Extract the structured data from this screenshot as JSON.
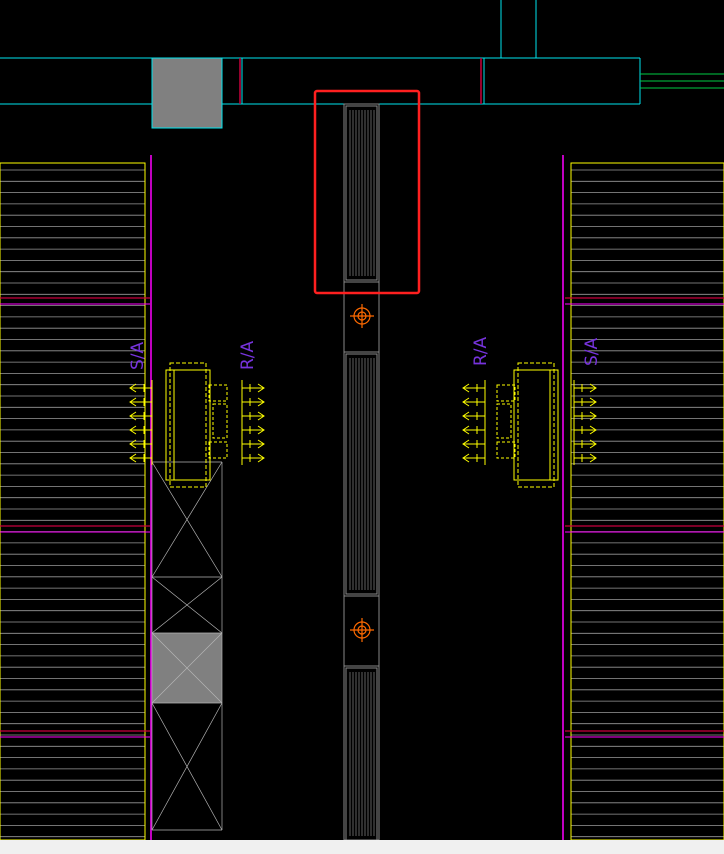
{
  "drawing": {
    "labels": {
      "left_supply": "S/A",
      "left_return": "R/A",
      "right_return": "R/A",
      "right_supply": "S/A"
    },
    "colors": {
      "background": "#000000",
      "wall": "#00e5ee",
      "fixture": "#ffff00",
      "pipe": "#ff00ff",
      "text": "#7733dd",
      "highlight": "#ff2020",
      "grille": "#888888",
      "sprinkler": "#ff6a00",
      "filled_block": "#808080",
      "hatch_line": "#b4b4b4",
      "beam_red": "#c8003c",
      "green_line": "#00cc44"
    },
    "highlight": {
      "target": "linear-diffuser-top"
    }
  }
}
